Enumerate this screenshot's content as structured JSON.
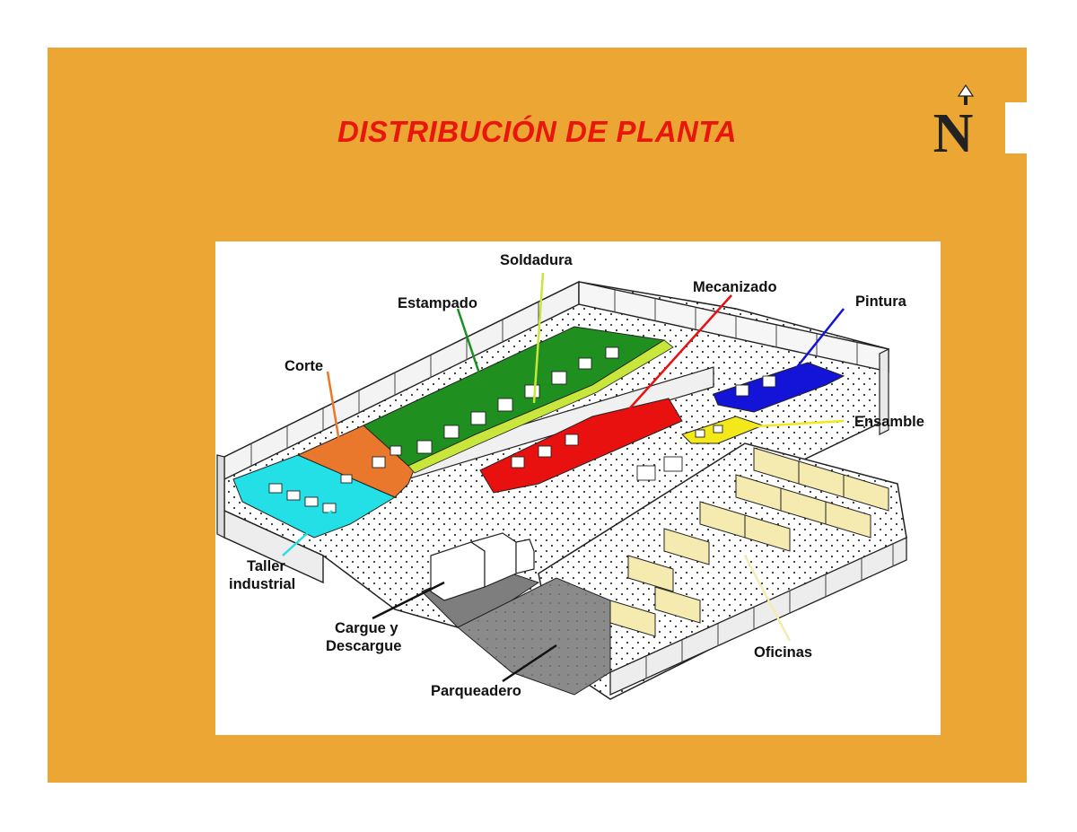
{
  "slide": {
    "title": "DISTRIBUCIÓN DE PLANTA",
    "logo_icon": "north-arrow-n-logo",
    "colors": {
      "background": "#eca634",
      "title": "#e8170c"
    }
  },
  "figure": {
    "areas": [
      {
        "name": "Soldadura",
        "color": "#c8e63c"
      },
      {
        "name": "Mecanizado",
        "color": "#e8110f"
      },
      {
        "name": "Pintura",
        "color": "#1414d9"
      },
      {
        "name": "Estampado",
        "color": "#1f8f1f"
      },
      {
        "name": "Corte",
        "color": "#e9782c"
      },
      {
        "name": "Ensamble",
        "color": "#f2e81a"
      },
      {
        "name": "Taller industrial",
        "color": "#22e0e6"
      },
      {
        "name": "Cargue y Descargue",
        "color": "#111111"
      },
      {
        "name": "Parqueadero",
        "color": "#8a8a8a"
      },
      {
        "name": "Oficinas",
        "color": "#f5ebb0"
      }
    ],
    "labels": {
      "soldadura": "Soldadura",
      "mecanizado": "Mecanizado",
      "pintura": "Pintura",
      "estampado": "Estampado",
      "corte": "Corte",
      "ensamble": "Ensamble",
      "taller_line1": "Taller",
      "taller_line2": "industrial",
      "cargue_line1": "Cargue y",
      "cargue_line2": "Descargue",
      "parqueadero": "Parqueadero",
      "oficinas": "Oficinas"
    }
  }
}
